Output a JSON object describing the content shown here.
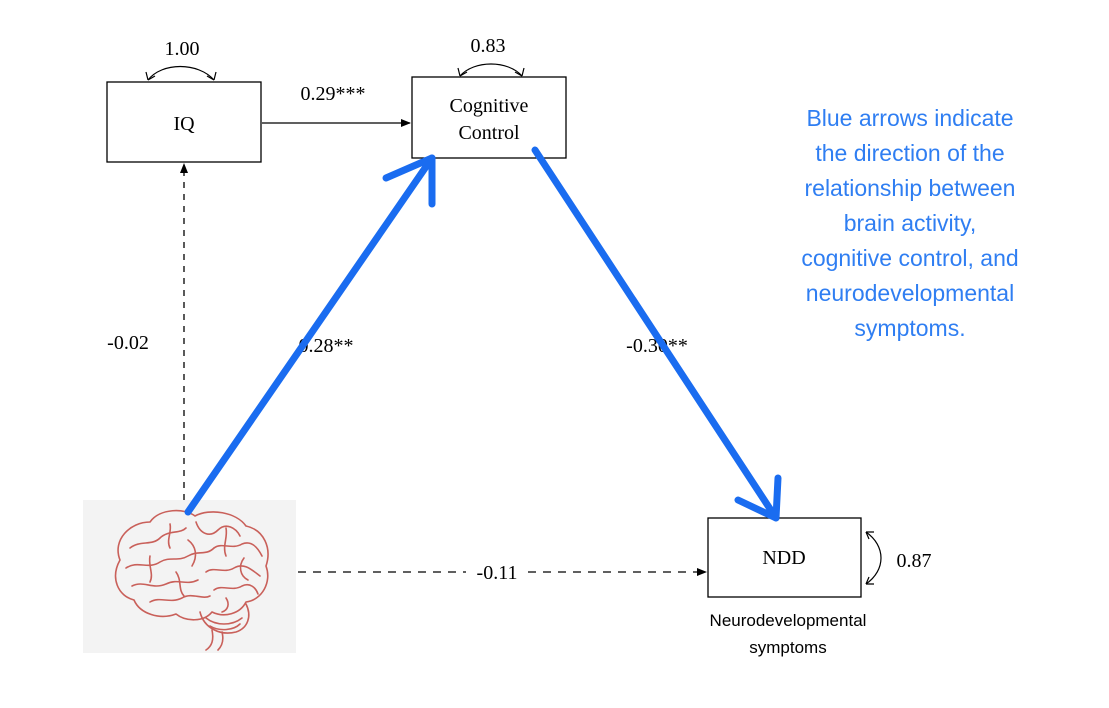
{
  "colors": {
    "blue_arrow": "#1a6cf0",
    "note_text": "#2f7ef2",
    "brain_stroke": "#c9605a",
    "brain_panel": "#f3f3f3"
  },
  "nodes": {
    "iq": {
      "label": "IQ",
      "variance": "1.00"
    },
    "cognitive_control": {
      "label_line1": "Cognitive",
      "label_line2": "Control",
      "variance": "0.83"
    },
    "ndd": {
      "label": "NDD",
      "variance": "0.87",
      "caption_line1": "Neurodevelopmental",
      "caption_line2": "symptoms"
    },
    "brain": {
      "icon": "brain-icon"
    }
  },
  "paths": {
    "iq_to_cc": "0.29***",
    "brain_to_iq": "-0.02",
    "brain_to_cc": "0.28**",
    "cc_to_ndd": "-0.30**",
    "brain_to_ndd": "-0.11"
  },
  "note": {
    "lines": [
      "Blue arrows indicate",
      "the direction of the",
      "relationship between",
      "brain activity,",
      "cognitive control, and",
      "neurodevelopmental",
      "symptoms."
    ]
  }
}
